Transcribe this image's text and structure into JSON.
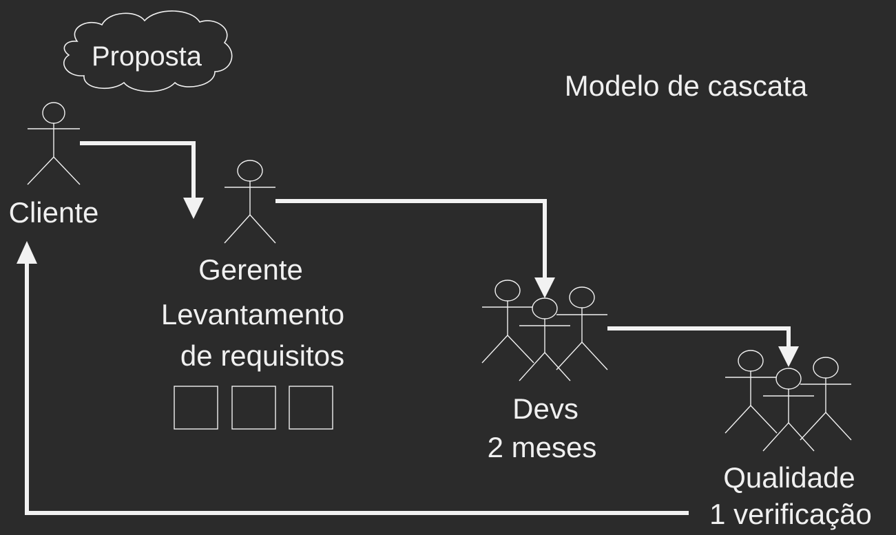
{
  "title": "Modelo de cascata",
  "cloud": {
    "label": "Proposta"
  },
  "actors": {
    "cliente": {
      "label": "Cliente"
    },
    "gerente": {
      "label": "Gerente",
      "line2": "Levantamento",
      "line3": "de requisitos"
    },
    "devs": {
      "label": "Devs",
      "line2": "2 meses"
    },
    "qualidade": {
      "label": "Qualidade",
      "line2": "1 verificação"
    }
  },
  "colors": {
    "background": "#2b2b2b",
    "foreground": "#f0f0f0",
    "stroke": "#f2f2f2"
  },
  "icons": [
    "stick-figure-icon",
    "cloud-shape",
    "arrow-connector",
    "requirement-box"
  ]
}
